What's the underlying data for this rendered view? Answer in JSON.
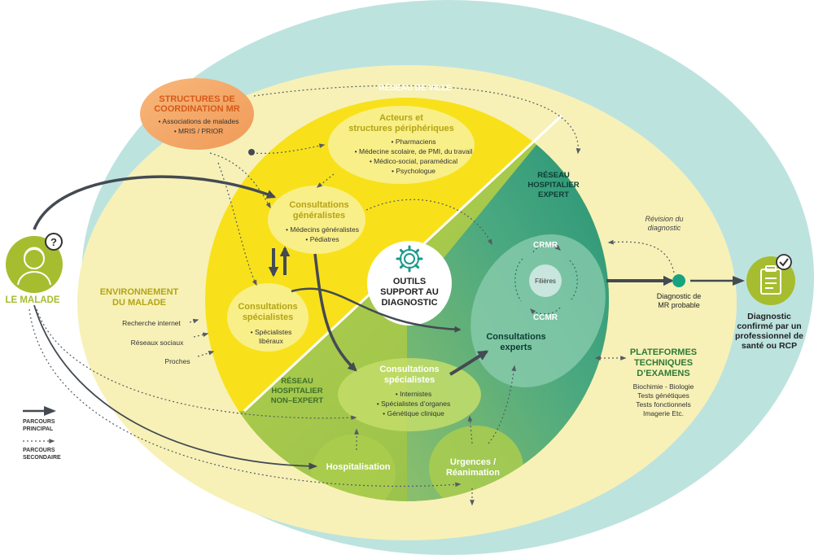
{
  "colors": {
    "outer_ring": "#bde3df",
    "environment": "#f7f1b8",
    "city": "#f8e11a",
    "non_expert": "#9fc444",
    "expert": "#2a9c7d",
    "coordination": "#f4a66a",
    "patient": "#a6bd2f",
    "dark_arrow": "#444a52"
  },
  "patient": {
    "label": "LE MALADE",
    "person_icon": "person-icon",
    "question_icon": "question-icon",
    "question_mark": "?"
  },
  "coordination": {
    "title_line1": "STRUCTURES DE",
    "title_line2": "COORDINATION MR",
    "items": [
      "Associations de malades",
      "MRIS / PRIOR"
    ]
  },
  "environment": {
    "title_line1": "ENVIRONNEMENT",
    "title_line2": "DU MALADE",
    "items": [
      "Recherche internet",
      "Réseaux sociaux",
      "Proches"
    ]
  },
  "city_network": {
    "label": "RÉSEAU DE VILLE"
  },
  "peripheral": {
    "title_line1": "Acteurs et",
    "title_line2": "structures périphériques",
    "items": [
      "Pharmaciens",
      "Médecine scolaire, de PMI, du travail",
      "Médico-social, paramédical",
      "Psychologue"
    ]
  },
  "gp_consult": {
    "title_line1": "Consultations",
    "title_line2": "généralistes",
    "items": [
      "Médecins généralistes",
      "Pédiatres"
    ]
  },
  "city_specialists": {
    "title_line1": "Consultations",
    "title_line2": "spécialistes",
    "items_line1": "Spécialistes",
    "items_line2": "libéraux"
  },
  "center": {
    "icon": "gear-icon",
    "line1": "OUTILS",
    "line2": "SUPPORT AU",
    "line3": "DIAGNOSTIC"
  },
  "non_expert": {
    "line1": "RÉSEAU",
    "line2": "HOSPITALIER",
    "line3": "NON–EXPERT"
  },
  "hosp_specialists": {
    "title_line1": "Consultations",
    "title_line2": "spécialistes",
    "items": [
      "Internistes",
      "Spécialistes d’organes",
      "Génétique clinique"
    ]
  },
  "hospitalisation": {
    "label": "Hospitalisation"
  },
  "urgences": {
    "line1": "Urgences /",
    "line2": "Réanimation"
  },
  "expert_network": {
    "line1": "RÉSEAU",
    "line2": "HOSPITALIER",
    "line3": "EXPERT"
  },
  "expert_zone": {
    "crmr": "CRMR",
    "filieres": "Filières",
    "ccmr": "CCMR",
    "consult_line1": "Consultations",
    "consult_line2": "experts"
  },
  "revision": {
    "line1": "Révision du",
    "line2": "diagnostic"
  },
  "probable": {
    "line1": "Diagnostic de",
    "line2": "MR probable"
  },
  "confirmed": {
    "icon": "clipboard-check-icon",
    "line1": "Diagnostic",
    "line2": "confirmé par un",
    "line3": "professionnel de",
    "line4": "santé ou RCP"
  },
  "platforms": {
    "title_line1": "PLATEFORMES",
    "title_line2": "TECHNIQUES",
    "title_line3": "D’EXAMENS",
    "items": [
      "Biochimie - Biologie",
      "Tests génétiques",
      "Tests fonctionnels",
      "Imagerie Etc."
    ]
  },
  "legend": {
    "main_line1": "PARCOURS",
    "main_line2": "PRINCIPAL",
    "secondary_line1": "PARCOURS",
    "secondary_line2": "SECONDAIRE"
  }
}
